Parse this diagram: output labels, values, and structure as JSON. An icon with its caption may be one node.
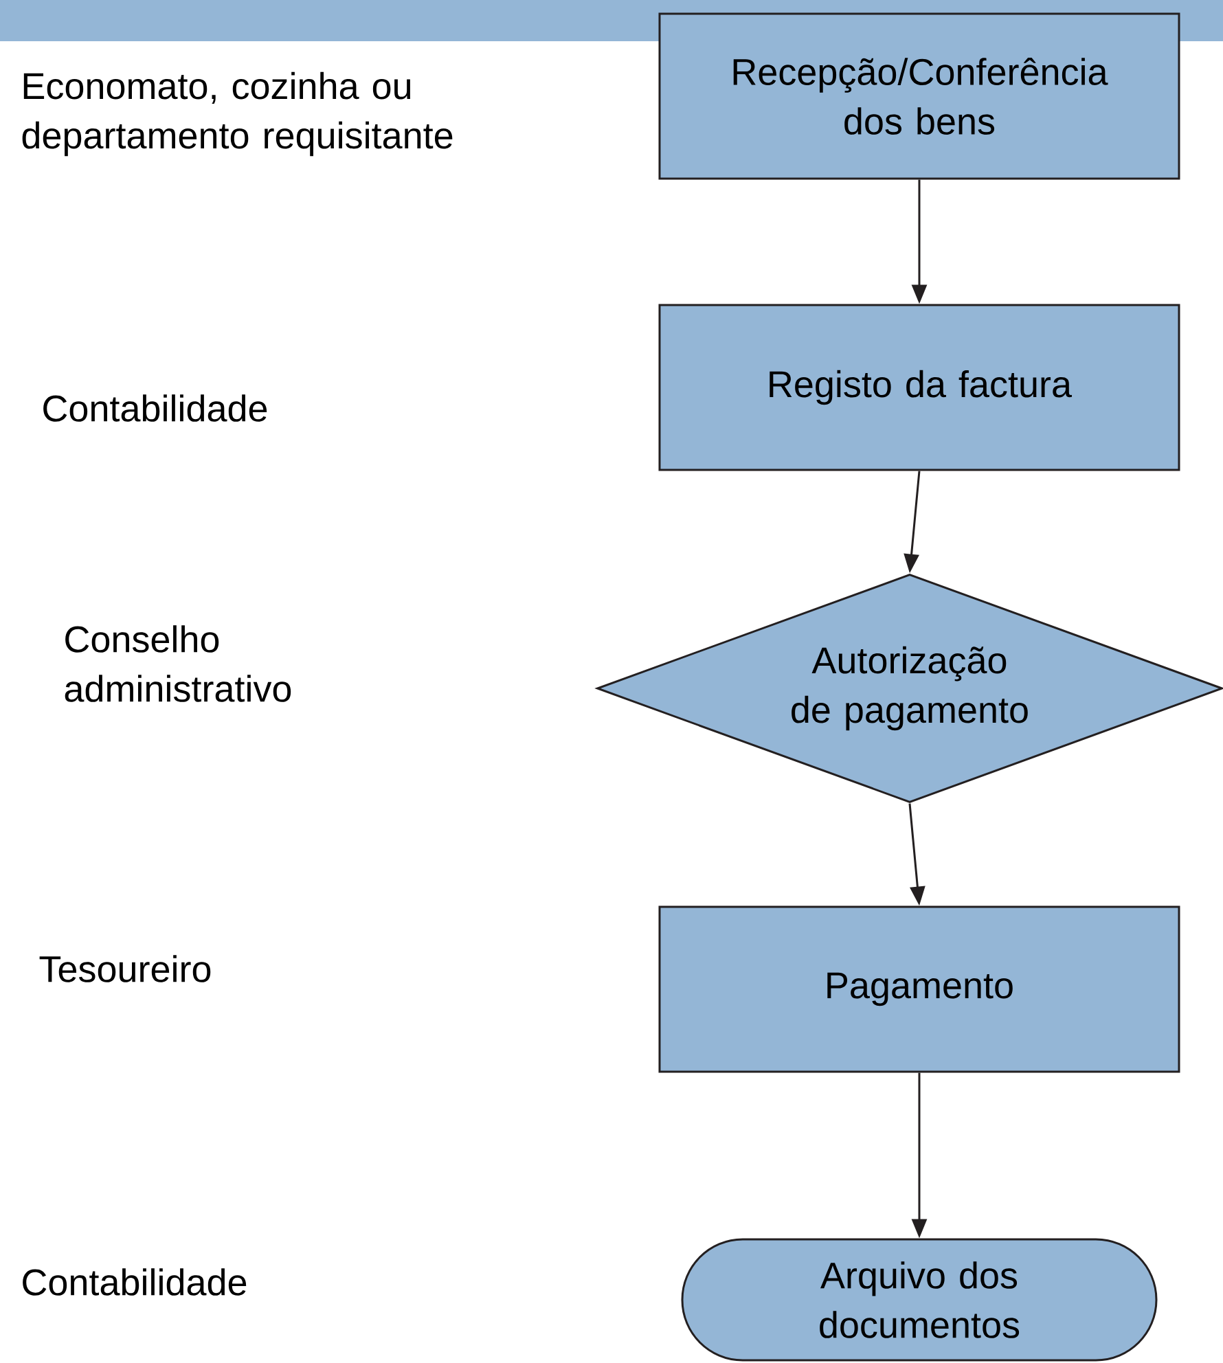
{
  "diagram": {
    "nodes": [
      {
        "text": [
          "Recepção/Conferência dos bens"
        ]
      },
      {
        "text": [
          "Registo da factura"
        ]
      },
      {
        "text": [
          "Autorização de pagamento"
        ]
      },
      {
        "text": [
          "Pagamento"
        ]
      },
      {
        "text": [
          "Arquivo dos documentos"
        ]
      }
    ],
    "edges": [
      {
        "from": 0,
        "to": 1,
        "arrow": "to"
      },
      {
        "from": 1,
        "to": 2,
        "arrow": "to"
      },
      {
        "from": 2,
        "to": 3,
        "arrow": "to"
      },
      {
        "from": 3,
        "to": 4,
        "arrow": "to"
      }
    ],
    "labels": [
      "Economato, cozinha ou departamento requisitante",
      "Contabilidade",
      "Conselho administrativo",
      "Tesoureiro",
      "Contabilidade"
    ]
  }
}
